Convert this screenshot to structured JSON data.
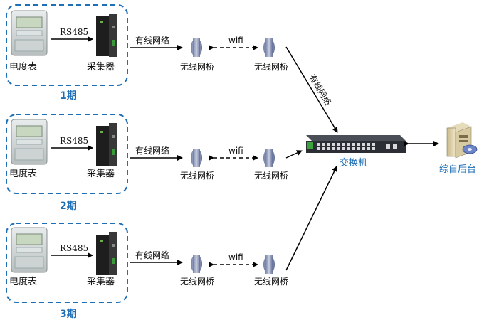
{
  "groups": [
    {
      "meter": "电度表",
      "collector": "采集器",
      "link": "RS485",
      "phase": "1期"
    },
    {
      "meter": "电度表",
      "collector": "采集器",
      "link": "RS485",
      "phase": "2期"
    },
    {
      "meter": "电度表",
      "collector": "采集器",
      "link": "RS485",
      "phase": "3期"
    }
  ],
  "wired_label": "有线网络",
  "wifi_label": "wifi",
  "bridge_label": "无线网桥",
  "diag_wired_label": "有线网络",
  "switch_label": "交换机",
  "backend_label": "综自后台",
  "colors": {
    "accent": "#1f6fb6",
    "line": "#000000"
  }
}
